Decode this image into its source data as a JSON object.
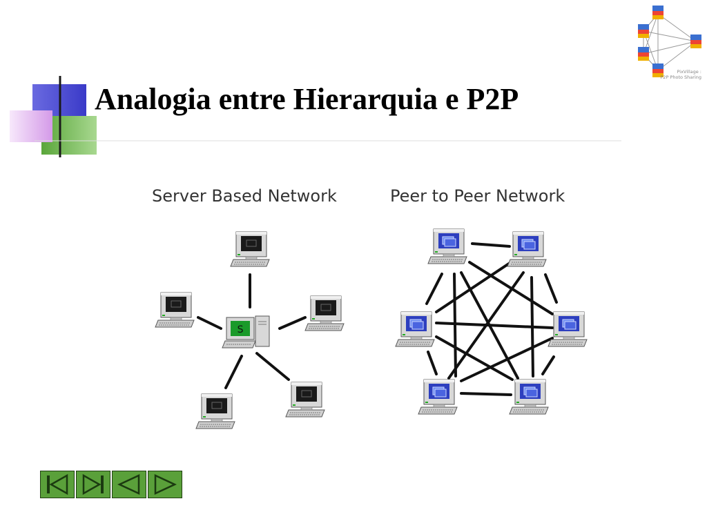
{
  "slide": {
    "title": "Analogia entre Hierarquia e P2P"
  },
  "logo": {
    "line1": "PixVillage :",
    "line2": "P2P Photo Sharing"
  },
  "diagram": {
    "left_caption": "Server Based Network",
    "right_caption": "Peer to Peer Network",
    "server_label": "S"
  },
  "nav": {
    "buttons": [
      "first-slide",
      "last-slide",
      "previous-slide",
      "next-slide"
    ]
  },
  "colors": {
    "nav_green": "#5aa03a",
    "deco_blue": "#4a4acc",
    "deco_green": "#6ab04c",
    "deco_pink": "#e2b8ef",
    "server_screen": "#1a9a2a",
    "peer_screen": "#2d3fbf"
  }
}
